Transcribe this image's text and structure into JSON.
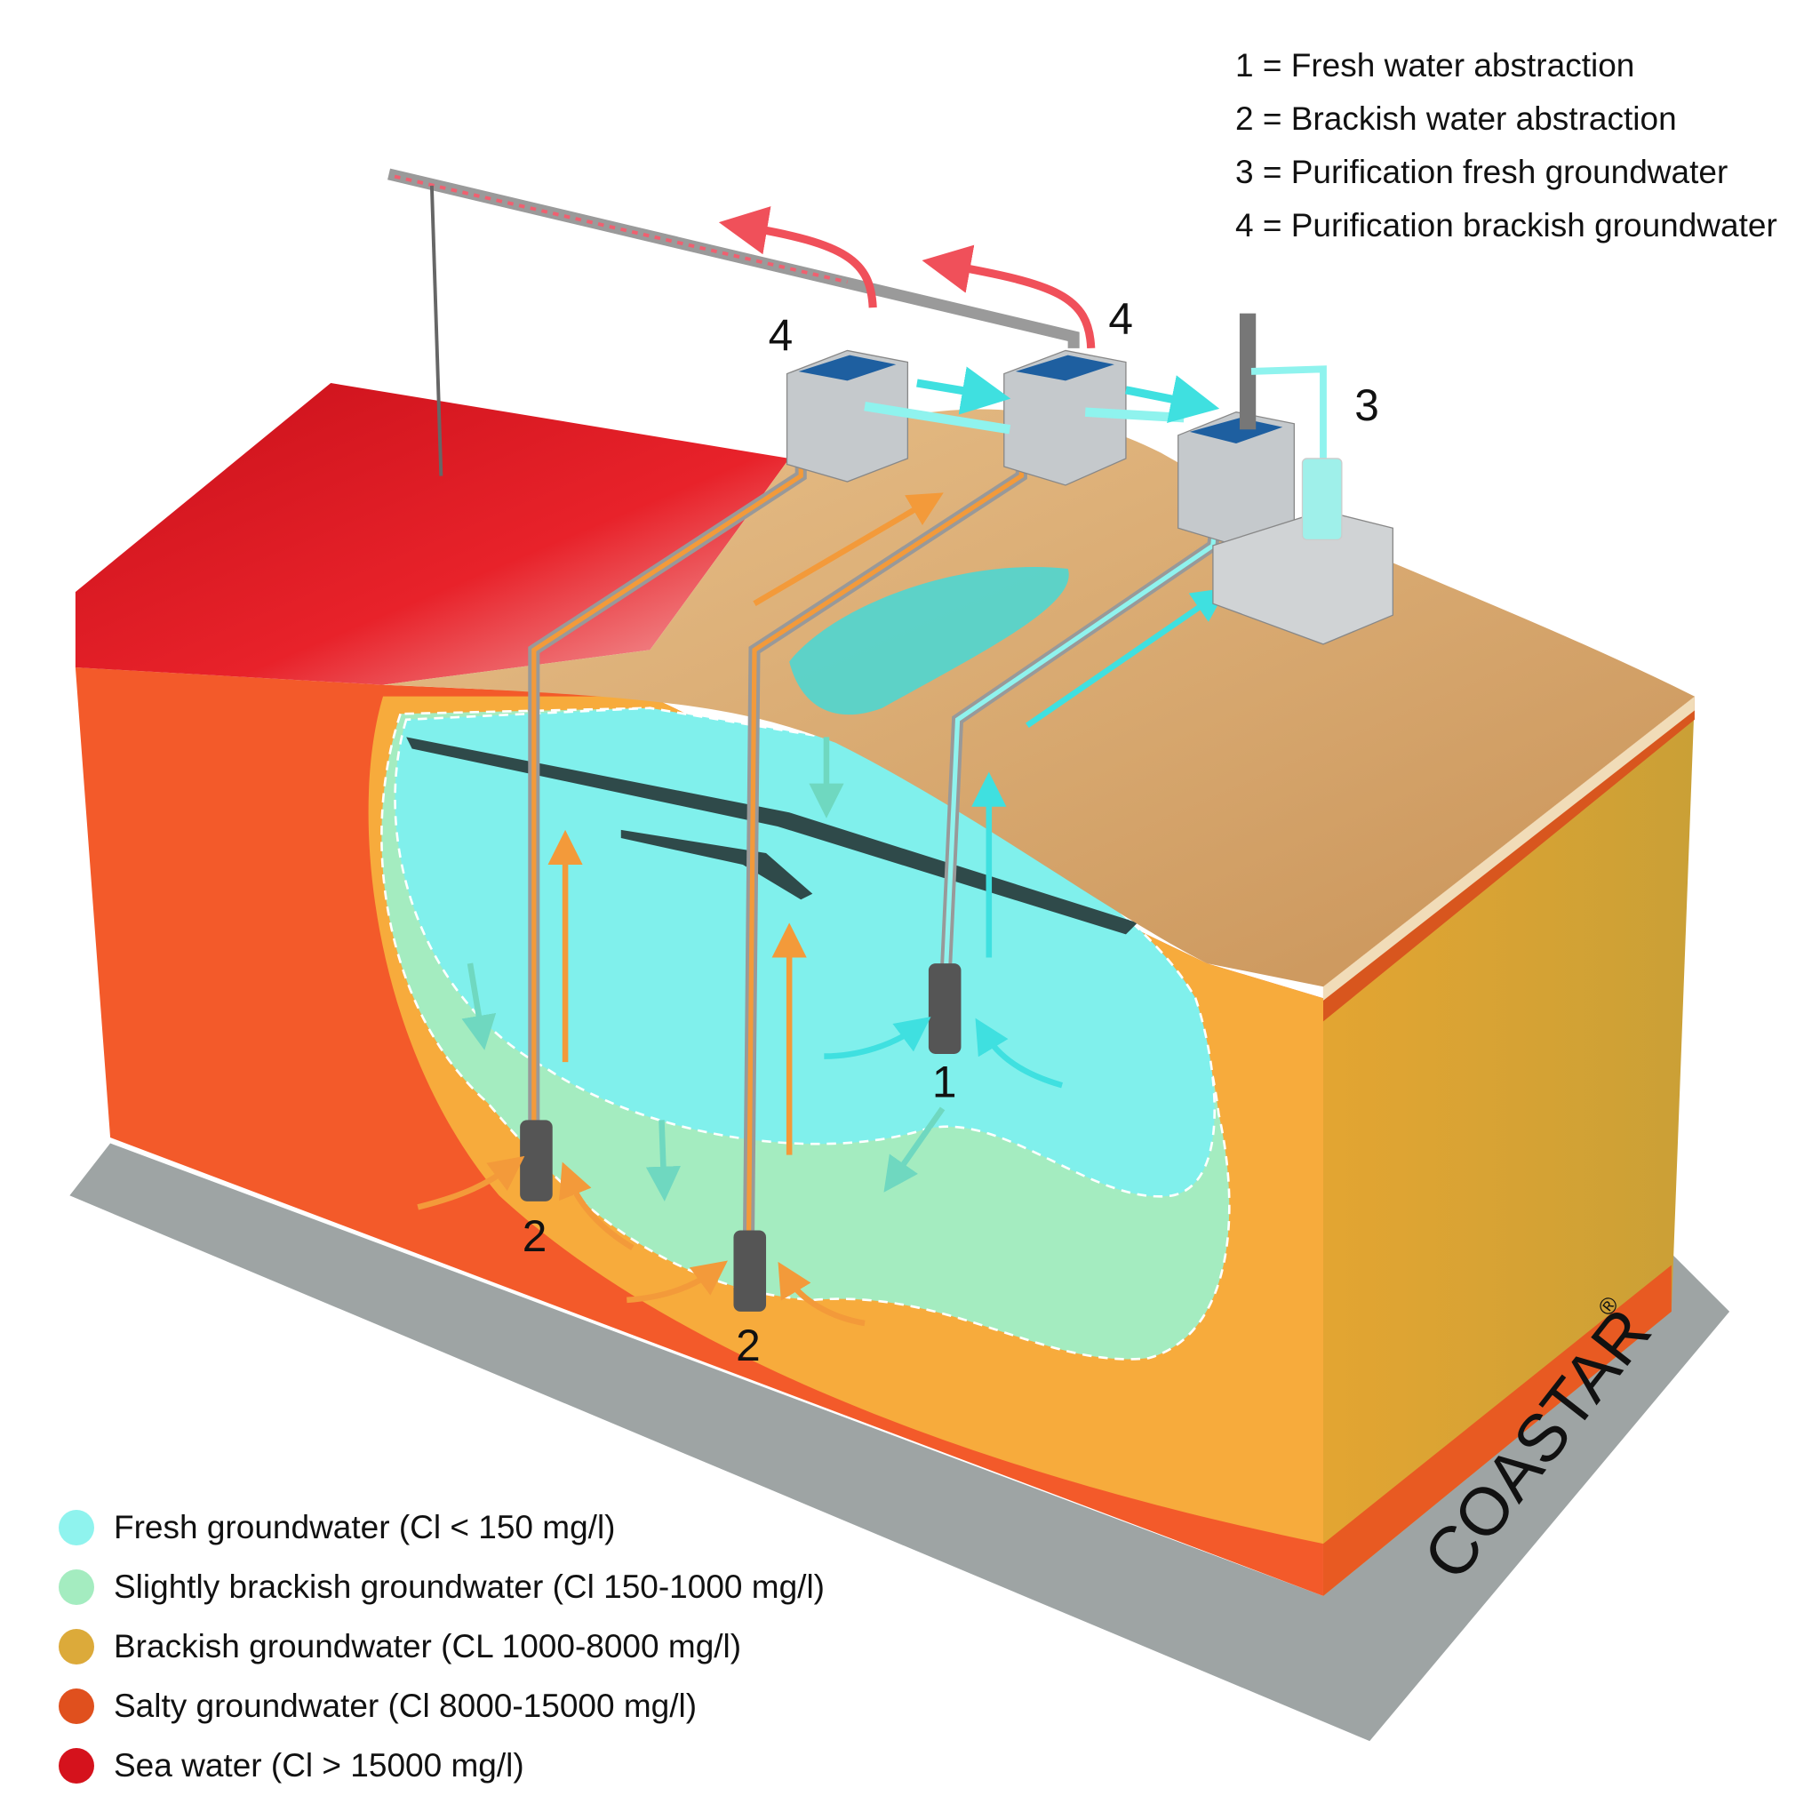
{
  "key": {
    "items": [
      "1 = Fresh water abstraction",
      "2 = Brackish water abstraction",
      "3 = Purification fresh groundwater",
      "4 = Purification brackish groundwater"
    ]
  },
  "legend": {
    "items": [
      {
        "label": "Fresh groundwater (Cl < 150 mg/l)",
        "color": "#8ff3ee"
      },
      {
        "label": "Slightly brackish groundwater (Cl 150-1000 mg/l)",
        "color": "#a4ecc0"
      },
      {
        "label": "Brackish groundwater (CL 1000-8000 mg/l)",
        "color": "#dcaa3a"
      },
      {
        "label": "Salty groundwater (Cl 8000-15000 mg/l)",
        "color": "#e0501e"
      },
      {
        "label": "Sea water (Cl > 15000 mg/l)",
        "color": "#d5121c"
      }
    ]
  },
  "diagram": {
    "well_labels": {
      "well1": "1",
      "well2a": "2",
      "well2b": "2",
      "unit3": "3",
      "unit4a": "4",
      "unit4b": "4"
    },
    "brand": "COASTAR",
    "brand_mark": "®"
  }
}
